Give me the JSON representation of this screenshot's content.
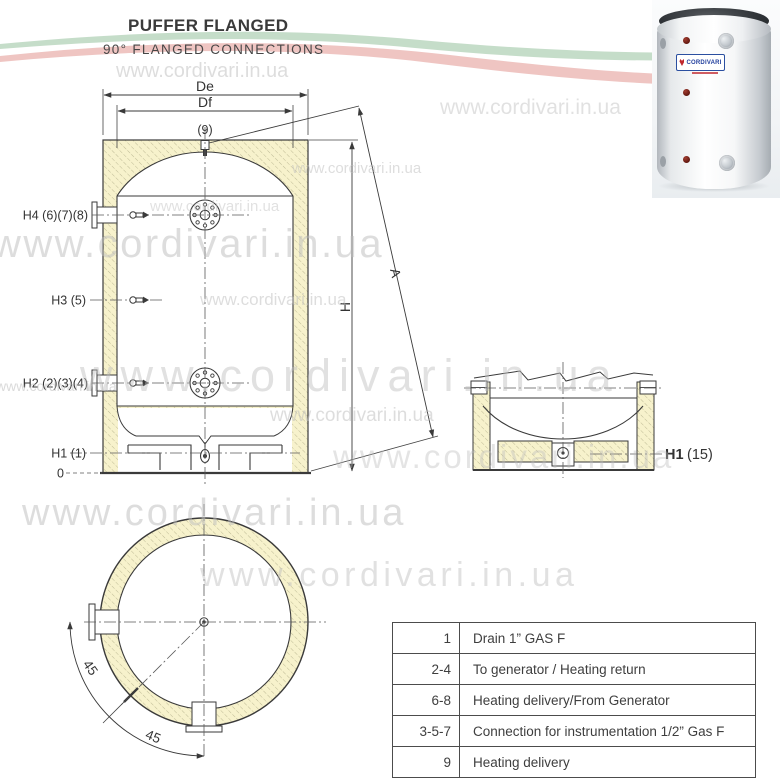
{
  "header": {
    "title": "PUFFER FLANGED",
    "subtitle": "90° FLANGED CONNECTIONS"
  },
  "watermark_text": "www.cordivari.in.ua",
  "main_view": {
    "dim_outer_diameter": "De",
    "dim_inner_diameter": "Df",
    "dim_height": "H",
    "dim_diagonal": "A",
    "top_connection": "(9)",
    "labels": {
      "h4": "H4 (6)(7)(8)",
      "h3": "H3 (5)",
      "h2": "H2 (2)(3)(4)",
      "h1": "H1 (1)",
      "zero": "0"
    }
  },
  "detail_view": {
    "label_bold": "H1",
    "label_normal": "(15)"
  },
  "top_view": {
    "angle_a": "45",
    "angle_b": "45"
  },
  "product_photo": {
    "brand": "CORDIVARI"
  },
  "legend_table": {
    "rows": [
      {
        "key": "1",
        "desc": "Drain 1” GAS F"
      },
      {
        "key": "2-4",
        "desc": "To generator / Heating return"
      },
      {
        "key": "6-8",
        "desc": "Heating delivery/From Generator"
      },
      {
        "key": "3-5-7",
        "desc": "Connection for instrumentation 1/2” Gas F"
      },
      {
        "key": "9",
        "desc": "Heating delivery"
      }
    ]
  },
  "colors": {
    "ribbon_green": "#b7d4bb",
    "ribbon_red": "#eab1ad",
    "insulation": "#f7f2cc",
    "line": "#3a3a3a",
    "brand_blue": "#2b4fa0",
    "brand_red": "#c0272d"
  }
}
